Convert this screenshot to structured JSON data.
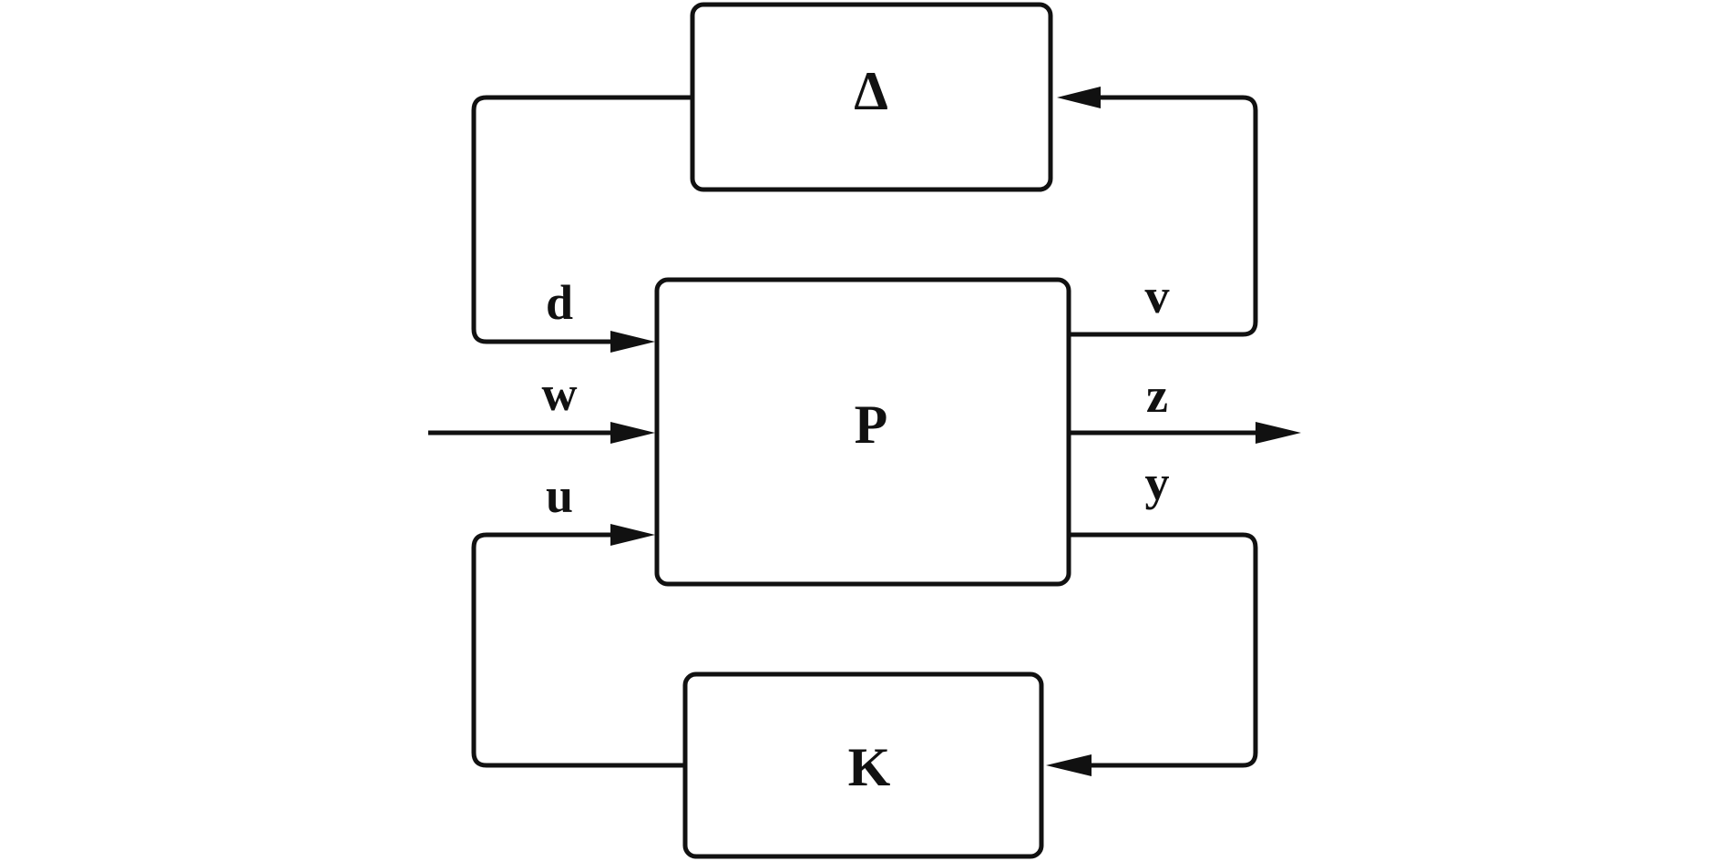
{
  "blocks": {
    "delta": "Δ",
    "plant": "P",
    "controller": "K"
  },
  "signals": {
    "d": "d",
    "w": "w",
    "u": "u",
    "v": "v",
    "z": "z",
    "y": "y"
  },
  "colors": {
    "stroke": "#111111",
    "background": "#ffffff"
  }
}
